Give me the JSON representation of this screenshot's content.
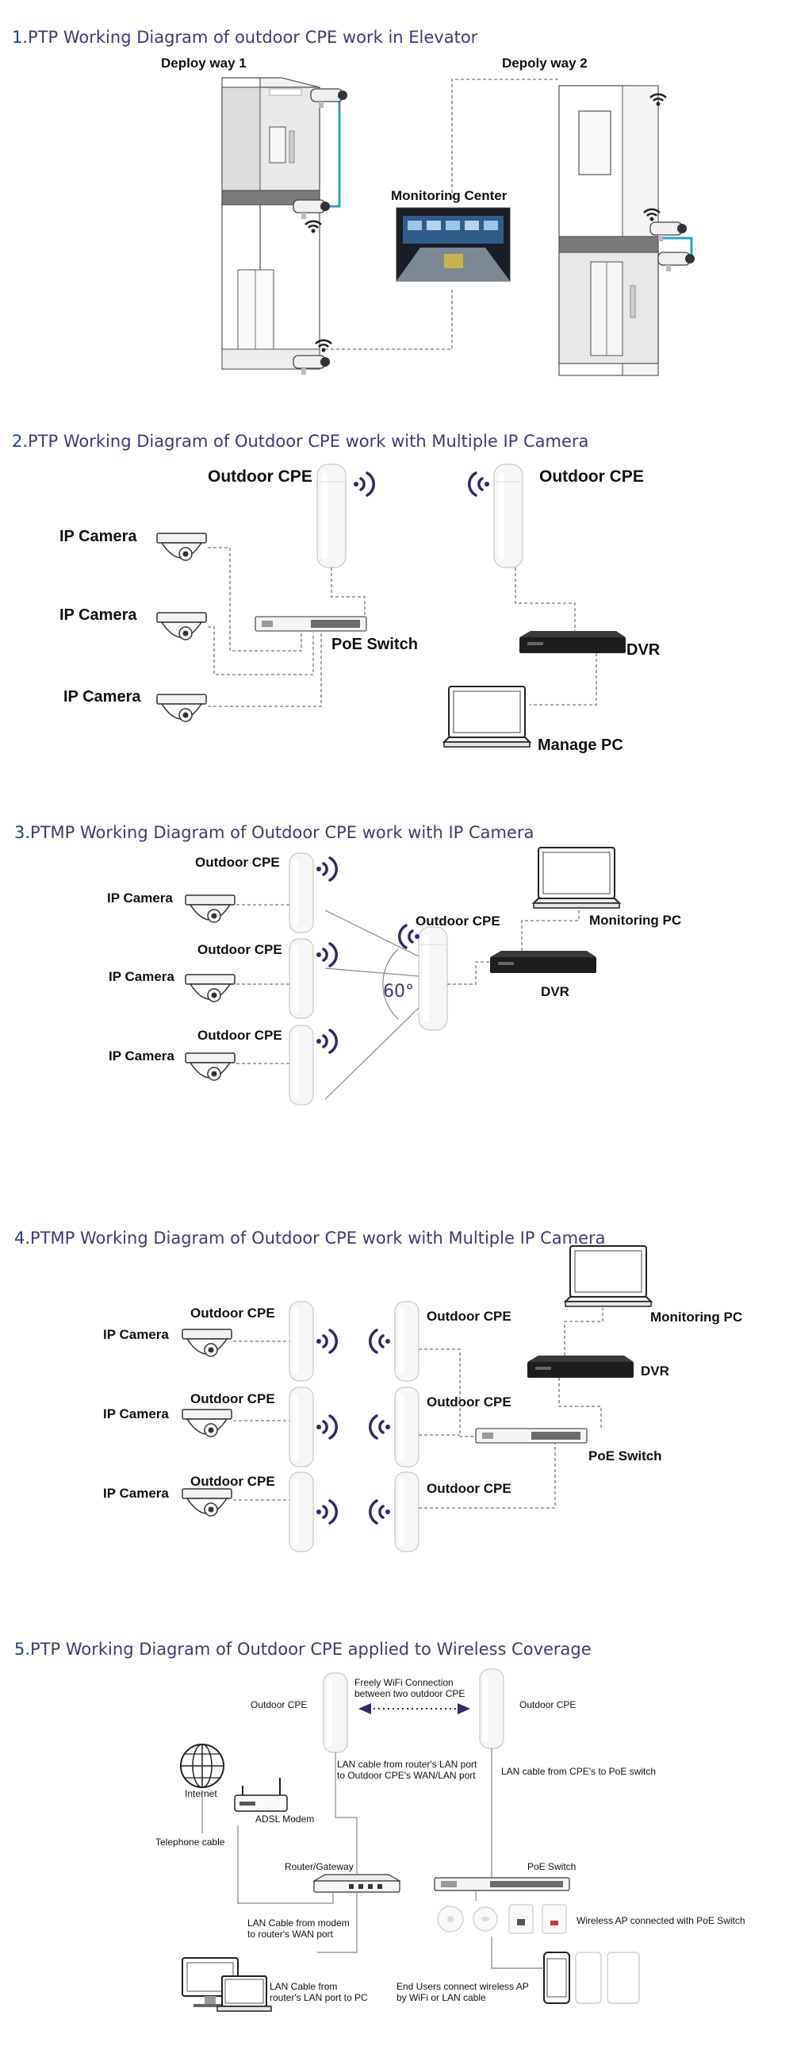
{
  "sections": [
    {
      "number": "1.",
      "title": "PTP Working Diagram of outdoor CPE work in Elevator",
      "labels": {
        "deploy1": "Deploy way 1",
        "deploy2": "Depoly way 2",
        "center": "Monitoring Center"
      }
    },
    {
      "number": "2.",
      "title": "PTP Working Diagram of Outdoor CPE work with Multiple IP Camera",
      "labels": {
        "cpe_left": "Outdoor CPE",
        "cpe_right": "Outdoor CPE",
        "cam1": "IP Camera",
        "cam2": "IP Camera",
        "cam3": "IP Camera",
        "switch": "PoE Switch",
        "dvr": "DVR",
        "pc": "Manage PC"
      }
    },
    {
      "number": "3.",
      "title": "PTMP Working Diagram of Outdoor CPE work with IP Camera",
      "labels": {
        "cpe1": "Outdoor CPE",
        "cpe2": "Outdoor CPE",
        "cpe3": "Outdoor CPE",
        "cam1": "IP Camera",
        "cam2": "IP Camera",
        "cam3": "IP Camera",
        "cpe_center": "Outdoor CPE",
        "angle": "60°",
        "dvr": "DVR",
        "pc": "Monitoring PC"
      }
    },
    {
      "number": "4.",
      "title": "PTMP Working Diagram of Outdoor CPE work with Multiple IP Camera",
      "labels": {
        "cpe_l1": "Outdoor CPE",
        "cpe_l2": "Outdoor CPE",
        "cpe_l3": "Outdoor CPE",
        "cpe_r1": "Outdoor CPE",
        "cpe_r2": "Outdoor CPE",
        "cpe_r3": "Outdoor CPE",
        "cam1": "IP Camera",
        "cam2": "IP Camera",
        "cam3": "IP Camera",
        "pc": "Monitoring PC",
        "dvr": "DVR",
        "switch": "PoE Switch"
      }
    },
    {
      "number": "5.",
      "title": "PTP Working Diagram of Outdoor CPE applied to Wireless Coverage",
      "labels": {
        "cpe_left": "Outdoor CPE",
        "cpe_right": "Outdoor CPE",
        "wifi_link_1": "Freely WiFi Connection",
        "wifi_link_2": "between two outdoor CPE",
        "lan1_1": "LAN cable from router's LAN port",
        "lan1_2": "to Outdoor CPE's WAN/LAN port",
        "lan2": "LAN cable from CPE's to PoE switch",
        "internet": "Internet",
        "adsl": "ADSL Modem",
        "phone": "Telephone cable",
        "router": "Router/Gateway",
        "poe": "PoE Switch",
        "ap": "Wireless AP connected with PoE Switch",
        "lan3_1": "LAN Cable from modem",
        "lan3_2": "to router's WAN port",
        "lan4_1": "LAN Cable from",
        "lan4_2": "router's LAN port to PC",
        "users_1": "End Users connect wireless AP",
        "users_2": "by WiFi or LAN cable"
      }
    }
  ],
  "colors": {
    "title": "#3c3a7a",
    "wave": "#2b2a6e",
    "cable_accent": "#2a9fd6"
  }
}
